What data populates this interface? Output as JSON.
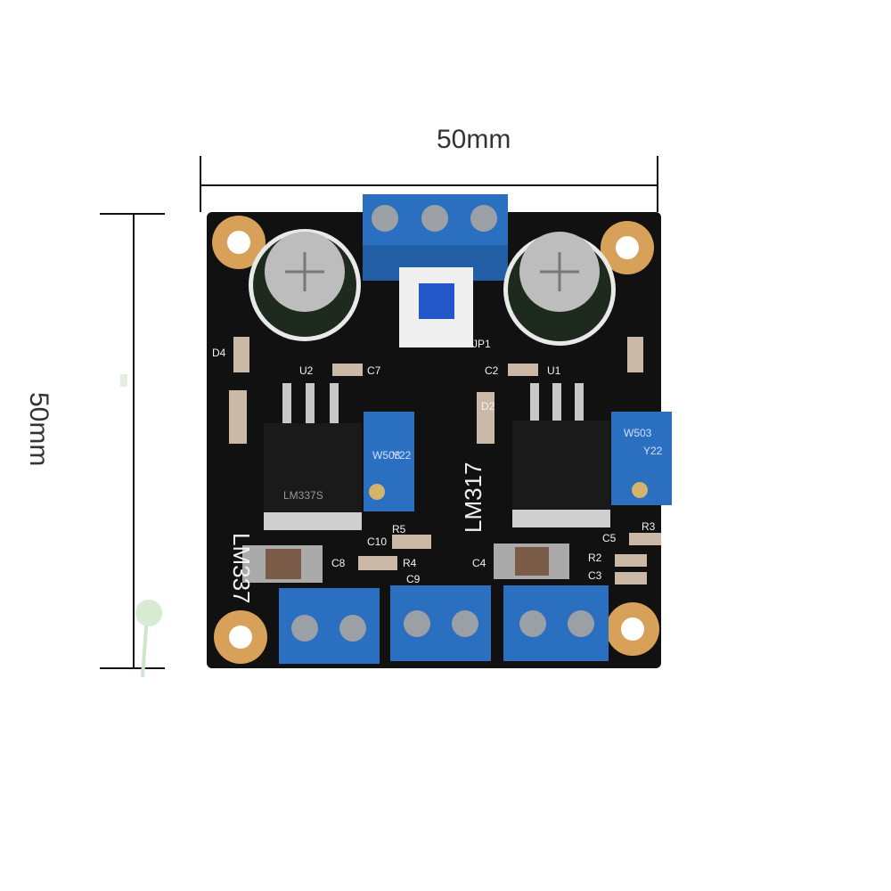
{
  "dimensions": {
    "width_label": "50mm",
    "height_label": "50mm"
  },
  "board": {
    "left_regulator_label": "LM337",
    "right_regulator_label": "LM317",
    "pot_left_code": "W503",
    "pot_right_code": "W503",
    "pot_left_sub": "Y22",
    "pot_right_sub": "Y22",
    "chip_left_marking": "LM337S",
    "silk": {
      "u2": "U2",
      "u1": "U1",
      "c7": "C7",
      "c2": "C2",
      "c10": "C10",
      "c8": "C8",
      "c9": "C9",
      "c4": "C4",
      "c3": "C3",
      "c5": "C5",
      "r4": "R4",
      "r5": "R5",
      "r2": "R2",
      "r3": "R3",
      "d4": "D4",
      "d2": "D2",
      "jp": "JP1"
    }
  },
  "colors": {
    "pcb": "#111111",
    "terminal": "#2a6fc0",
    "pad": "#d8a15a",
    "dim_line": "#111111"
  }
}
